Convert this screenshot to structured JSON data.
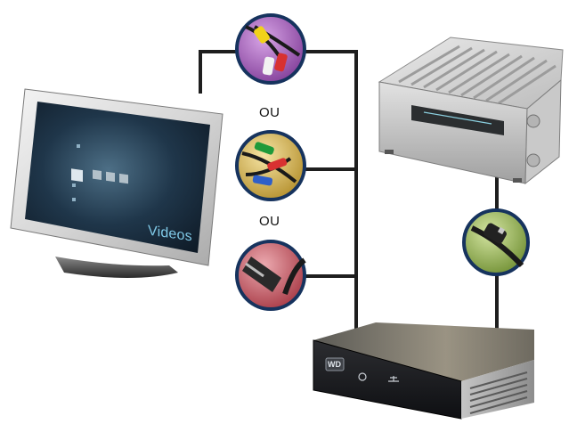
{
  "labels": {
    "or_top": "OU",
    "or_bottom": "OU",
    "tv_screen_text": "Videos"
  },
  "devices": {
    "television": "tv-monitor",
    "receiver": "av-receiver",
    "media_player": "wd-tv-media-player",
    "player_logo": "WD"
  },
  "cables": {
    "composite": "composite-rca-cable",
    "component": "component-rca-cable",
    "hdmi": "hdmi-cable",
    "optical": "optical-audio-cable"
  },
  "colors": {
    "line": "#1e1e1e",
    "composite_badge": "#9a4fb1",
    "component_badge": "#c9a73b",
    "hdmi_badge": "#b8434e",
    "optical_badge": "#7a9a3c",
    "badge_ring": "#16335e"
  }
}
